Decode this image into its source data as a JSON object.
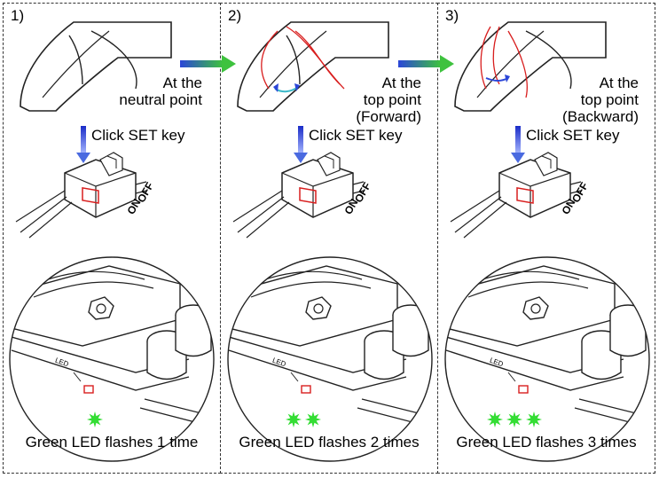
{
  "steps": [
    {
      "number": "1)",
      "position_lines": [
        "At the",
        "neutral point"
      ],
      "instruction": "Click SET key",
      "switch_off": "OFF",
      "switch_on": "ON",
      "led_tag": "LED",
      "result": "Green LED flashes 1 time",
      "flash_count": 1
    },
    {
      "number": "2)",
      "position_lines": [
        "At the",
        "top point",
        "(Forward)"
      ],
      "instruction": "Click SET key",
      "switch_off": "OFF",
      "switch_on": "ON",
      "led_tag": "LED",
      "result": "Green LED flashes 2 times",
      "flash_count": 2
    },
    {
      "number": "3)",
      "position_lines": [
        "At the",
        "top point",
        "(Backward)"
      ],
      "instruction": "Click SET key",
      "switch_off": "OFF",
      "switch_on": "ON",
      "led_tag": "LED",
      "result": "Green LED flashes 3 times",
      "flash_count": 3
    }
  ],
  "colors": {
    "arrow_blue": "#2b46d8",
    "arrow_green": "#3ec23e",
    "highlight_red": "#d81e1e",
    "led_green": "#33dd33"
  }
}
